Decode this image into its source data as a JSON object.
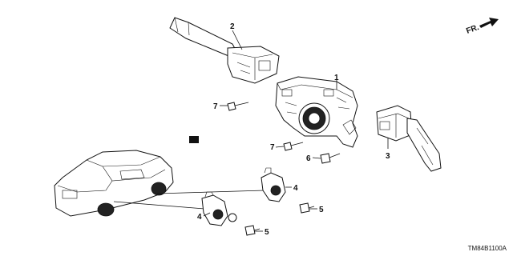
{
  "diagram": {
    "direction_label": "FR.",
    "diagram_code": "TM84B1100A",
    "callouts": {
      "c1": "1",
      "c2": "2",
      "c3": "3",
      "c4a": "4",
      "c4b": "4",
      "c5a": "5",
      "c5b": "5",
      "c6": "6",
      "c7a": "7",
      "c7b": "7"
    }
  }
}
